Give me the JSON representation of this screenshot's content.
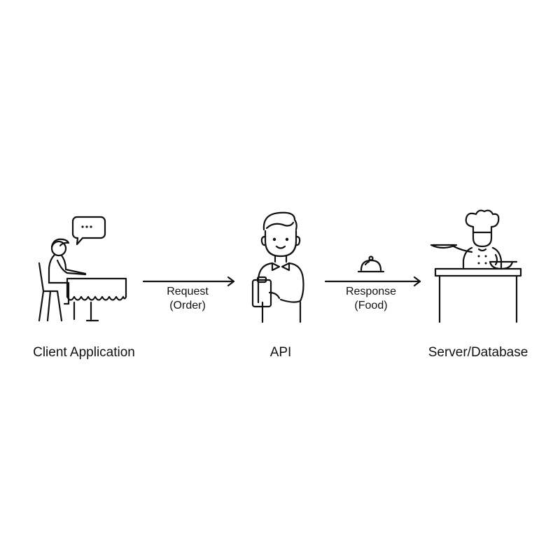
{
  "nodes": [
    {
      "id": "client",
      "label": "Client Application",
      "icon": "diner-at-table-icon"
    },
    {
      "id": "api",
      "label": "API",
      "icon": "waiter-icon"
    },
    {
      "id": "server",
      "label": "Server/Database",
      "icon": "chef-at-counter-icon"
    }
  ],
  "edges": [
    {
      "from": "client",
      "to": "api",
      "line1": "Request",
      "line2": "(Order)"
    },
    {
      "from": "api",
      "to": "server",
      "line1": "Response",
      "line2": "(Food)",
      "icon": "cloche-icon"
    }
  ],
  "colors": {
    "stroke": "#111111",
    "background": "#ffffff"
  }
}
